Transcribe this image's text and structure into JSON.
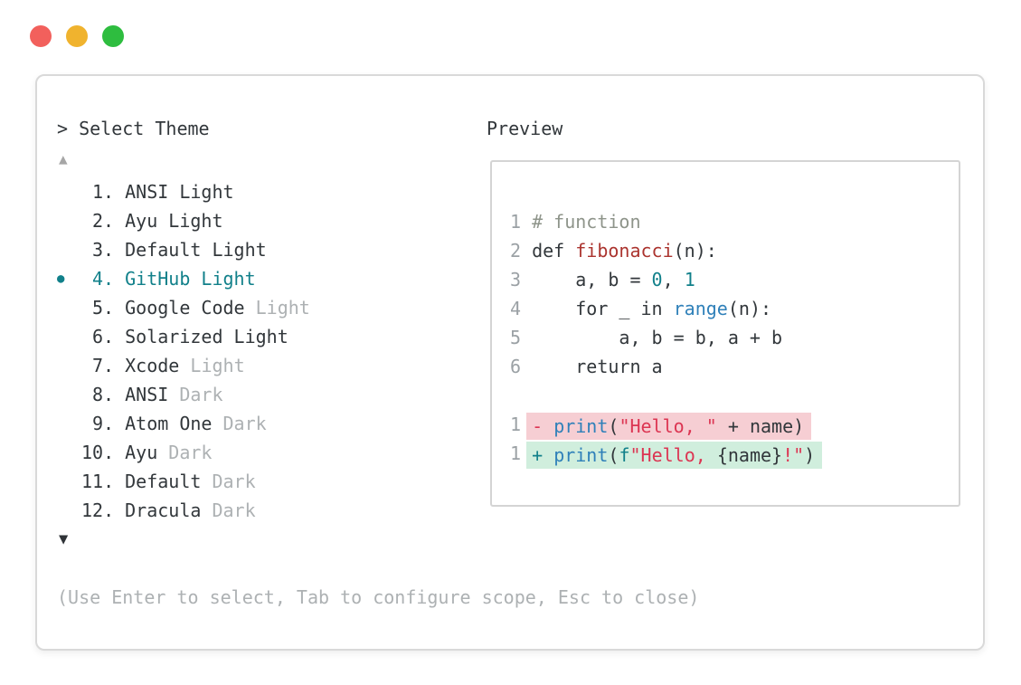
{
  "window": {
    "controls": [
      {
        "name": "close",
        "color": "#f2605c"
      },
      {
        "name": "minimize",
        "color": "#f0b32e"
      },
      {
        "name": "zoom",
        "color": "#2ebd3f"
      }
    ]
  },
  "prompt": "> Select Theme",
  "list": {
    "scroll_up_indicator": "▲",
    "scroll_down_indicator": "▼",
    "selected_bullet": "●",
    "selected_index": 4,
    "items": [
      {
        "number": "1.",
        "name": "ANSI Light",
        "dim": "",
        "selected": false
      },
      {
        "number": "2.",
        "name": "Ayu Light",
        "dim": "",
        "selected": false
      },
      {
        "number": "3.",
        "name": "Default Light",
        "dim": "",
        "selected": false
      },
      {
        "number": "4.",
        "name": "GitHub Light",
        "dim": "",
        "selected": true
      },
      {
        "number": "5.",
        "name": "Google Code",
        "dim": "Light",
        "selected": false
      },
      {
        "number": "6.",
        "name": "Solarized Light",
        "dim": "",
        "selected": false
      },
      {
        "number": "7.",
        "name": "Xcode",
        "dim": "Light",
        "selected": false
      },
      {
        "number": "8.",
        "name": "ANSI",
        "dim": "Dark",
        "selected": false
      },
      {
        "number": "9.",
        "name": "Atom One",
        "dim": "Dark",
        "selected": false
      },
      {
        "number": "10.",
        "name": "Ayu",
        "dim": "Dark",
        "selected": false
      },
      {
        "number": "11.",
        "name": "Default",
        "dim": "Dark",
        "selected": false
      },
      {
        "number": "12.",
        "name": "Dracula",
        "dim": "Dark",
        "selected": false
      }
    ]
  },
  "preview": {
    "label": "Preview",
    "code": [
      {
        "num": "1",
        "bg": "",
        "tokens": [
          [
            "# function",
            "comment"
          ]
        ]
      },
      {
        "num": "2",
        "bg": "",
        "tokens": [
          [
            "def ",
            "text"
          ],
          [
            "fibonacci",
            "func"
          ],
          [
            "(n):",
            "text"
          ]
        ]
      },
      {
        "num": "3",
        "bg": "",
        "tokens": [
          [
            "    a, b = ",
            "text"
          ],
          [
            "0",
            "num"
          ],
          [
            ", ",
            "text"
          ],
          [
            "1",
            "num"
          ]
        ]
      },
      {
        "num": "4",
        "bg": "",
        "tokens": [
          [
            "    for _ in ",
            "text"
          ],
          [
            "range",
            "builtin"
          ],
          [
            "(n):",
            "text"
          ]
        ]
      },
      {
        "num": "5",
        "bg": "",
        "tokens": [
          [
            "        a, b = b, a + b",
            "text"
          ]
        ]
      },
      {
        "num": "6",
        "bg": "",
        "tokens": [
          [
            "    return a",
            "text"
          ]
        ]
      },
      {
        "num": "",
        "bg": "",
        "tokens": []
      },
      {
        "num": "1",
        "bg": "removed",
        "tokens": [
          [
            "- ",
            "string"
          ],
          [
            "print",
            "builtin"
          ],
          [
            "(",
            "text"
          ],
          [
            "\"Hello, \"",
            "string"
          ],
          [
            " + name)",
            "text"
          ]
        ]
      },
      {
        "num": "1",
        "bg": "added",
        "tokens": [
          [
            "+ ",
            "accent"
          ],
          [
            "print",
            "builtin"
          ],
          [
            "(",
            "text"
          ],
          [
            "f",
            "accent"
          ],
          [
            "\"Hello, ",
            "string"
          ],
          [
            "{name}",
            "text"
          ],
          [
            "!\"",
            "string"
          ],
          [
            ")",
            "text"
          ]
        ]
      }
    ]
  },
  "footer": "(Use Enter to select, Tab to configure scope, Esc to close)",
  "colors": {
    "accent_teal": "#11808a",
    "text_dark": "#32373b",
    "text_dim": "#adb1b3",
    "line_number": "#9ba1a5",
    "comment": "#8e948a",
    "function_name": "#ab342f",
    "builtin_blue": "#2f80b9",
    "string_red": "#dc3552",
    "number_teal": "#11808a",
    "removed_bg": "#f6ced3",
    "added_bg": "#d0eedd",
    "panel_border": "#d9d9d9"
  }
}
